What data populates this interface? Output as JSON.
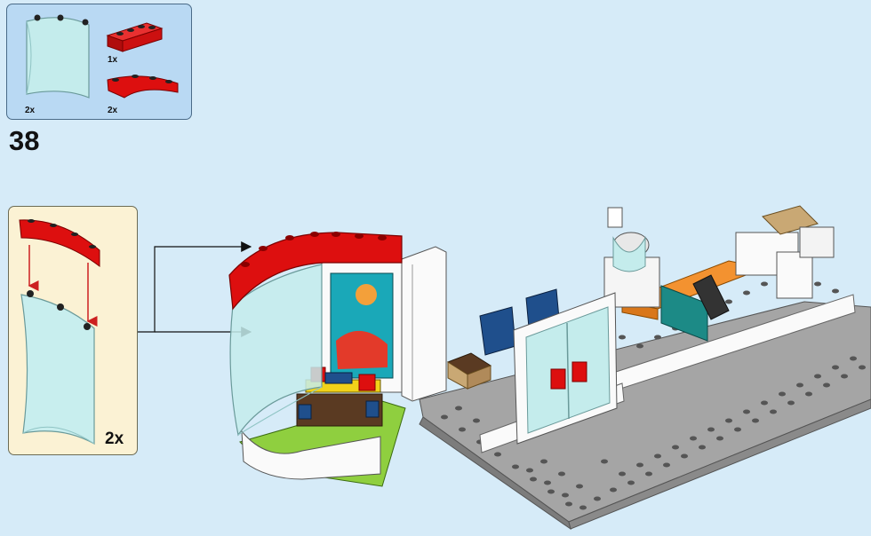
{
  "parts_list": {
    "items": [
      {
        "name": "transparent-curved-panel",
        "qty": "2x",
        "color": "#c4ecec"
      },
      {
        "name": "red-brick-1x4",
        "qty": "1x",
        "color": "#dd0f0f"
      },
      {
        "name": "red-curved-arch-brick",
        "qty": "2x",
        "color": "#dd0f0f"
      }
    ]
  },
  "step": {
    "number": "38"
  },
  "callout": {
    "qty": "2x"
  },
  "colors": {
    "background": "#d6ebf8",
    "parts_box": "#b9d9f3",
    "callout_bg": "#fbf2d4",
    "brick_red": "#dd0f0f",
    "glass": "#c4ecec",
    "baseplate": "#9a9a9a",
    "white_brick": "#ffffff",
    "arrow_red": "#cc2020"
  }
}
